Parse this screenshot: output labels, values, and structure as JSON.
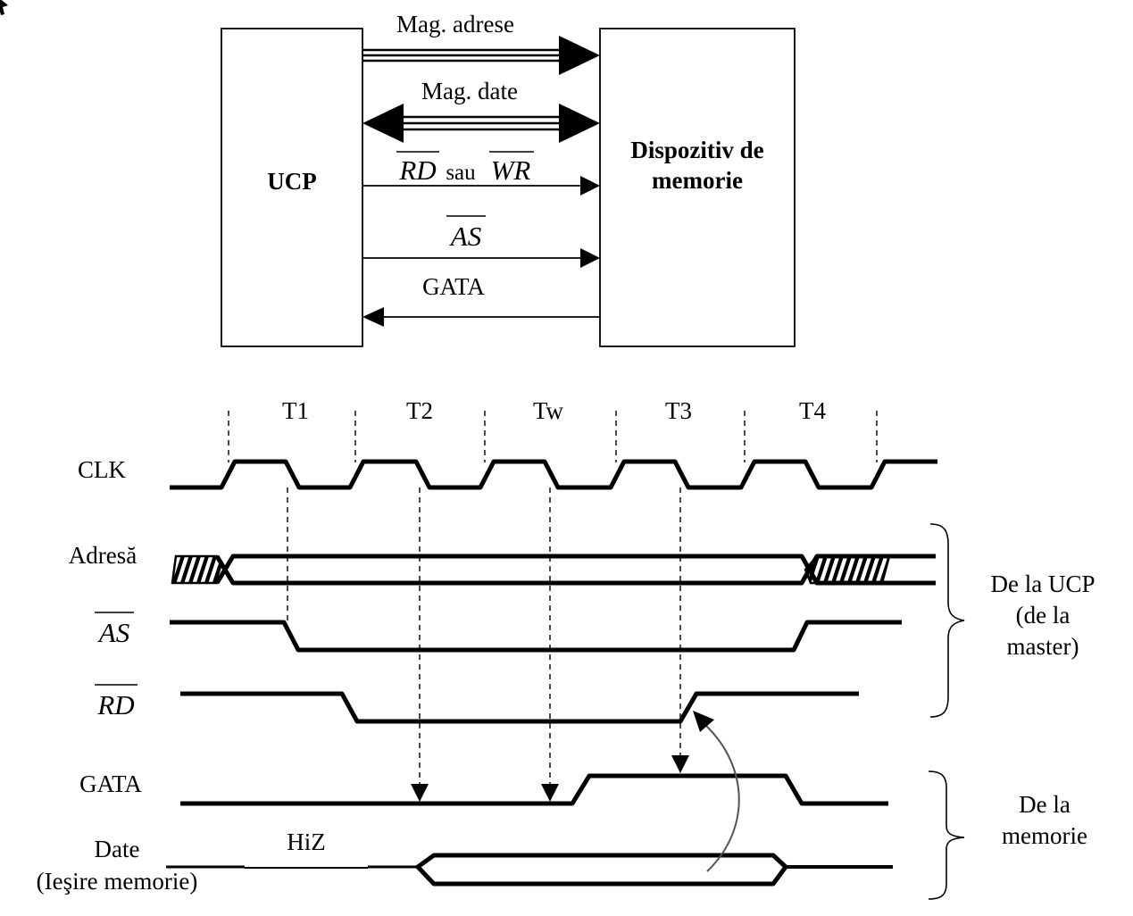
{
  "block_diagram": {
    "cpu_label": "UCP",
    "memory_label_line1": "Dispozitiv de",
    "memory_label_line2": "memorie",
    "address_bus_label": "Mag. adrese",
    "data_bus_label": "Mag. date",
    "rd_label": "RD",
    "sau_label": "sau",
    "wr_label": "WR",
    "as_label": "AS",
    "ready_label": "GATA"
  },
  "timing_diagram": {
    "periods": [
      "T1",
      "T2",
      "Tw",
      "T3",
      "T4"
    ],
    "signals": {
      "clk": "CLK",
      "address": "Adresă",
      "as": "AS",
      "rd": "RD",
      "ready": "GATA",
      "data_line1": "Date",
      "data_line2": "(Ieşire memorie)",
      "hiz": "HiZ"
    },
    "groups": {
      "cpu_line1": "De la UCP",
      "cpu_line2": "(de la",
      "cpu_line3": "master)",
      "mem_line1": "De la",
      "mem_line2": "memorie"
    }
  },
  "colors": {
    "line": "#000000",
    "causal_arrow": "#555555"
  }
}
